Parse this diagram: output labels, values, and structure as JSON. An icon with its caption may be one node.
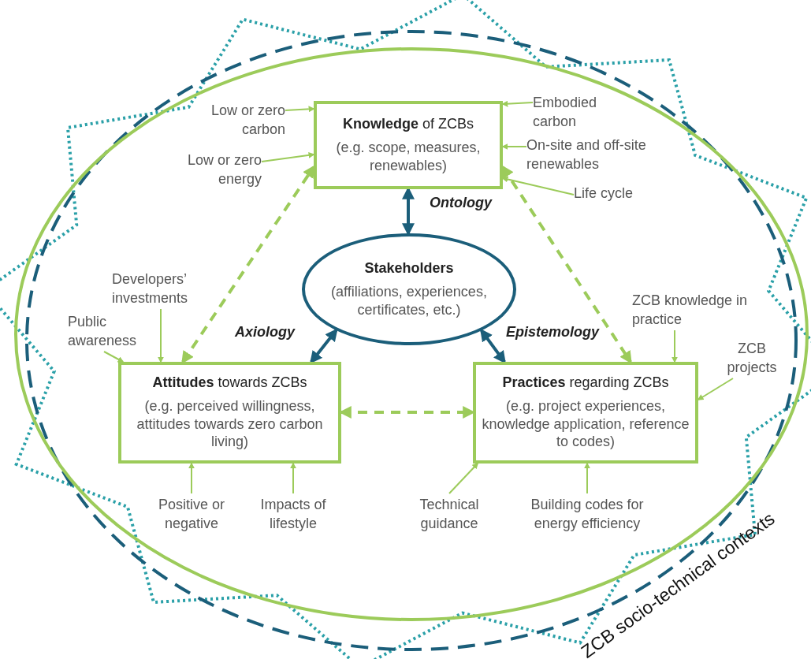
{
  "diagram": {
    "nodes": [
      {
        "text": [
          "**Knowledge** of ZCBs",
          "(e.g. scope, measures, renewables)"
        ]
      },
      {
        "text": [
          "Stakeholders",
          "(affiliations, experiences, certificates, etc.)"
        ]
      },
      {
        "text": [
          "**Attitudes** towards ZCBs",
          "(e.g. perceived willingness, attitudes towards zero carbon living)"
        ]
      },
      {
        "text": [
          "**Practices** regarding ZCBs",
          "(e.g. project experiences, knowledge application, reference to codes)"
        ]
      },
      {
        "text": [
          "Low or zero carbon"
        ]
      },
      {
        "text": [
          "Low or zero energy"
        ]
      },
      {
        "text": [
          "Embodied carbon"
        ]
      },
      {
        "text": [
          "On-site and off-site renewables"
        ]
      },
      {
        "text": [
          "Life cycle"
        ]
      },
      {
        "text": [
          "Developers’ investments"
        ]
      },
      {
        "text": [
          "Public awareness"
        ]
      },
      {
        "text": [
          "ZCB knowledge in practice"
        ]
      },
      {
        "text": [
          "ZCB projects"
        ]
      },
      {
        "text": [
          "Positive or negative"
        ]
      },
      {
        "text": [
          "Impacts of lifestyle"
        ]
      },
      {
        "text": [
          "Technical guidance"
        ]
      },
      {
        "text": [
          "Building codes for energy efficiency"
        ]
      }
    ],
    "edges": [
      {
        "from": 1,
        "to": 0,
        "arrow": "both",
        "label": "Ontology",
        "style": "thick",
        "color": "#1b5e7a"
      },
      {
        "from": 1,
        "to": 2,
        "arrow": "both",
        "label": "Axiology",
        "style": "thick",
        "color": "#1b5e7a"
      },
      {
        "from": 1,
        "to": 3,
        "arrow": "both",
        "label": "Epistemology",
        "style": "thick",
        "color": "#1b5e7a"
      },
      {
        "from": 2,
        "to": 0,
        "arrow": "both",
        "style": "dashed"
      },
      {
        "from": 0,
        "to": 3,
        "arrow": "both",
        "style": "dashed"
      },
      {
        "from": 2,
        "to": 3,
        "arrow": "both",
        "style": "dashed"
      },
      {
        "from": 4,
        "to": 0,
        "arrow": "to"
      },
      {
        "from": 5,
        "to": 0,
        "arrow": "to"
      },
      {
        "from": 6,
        "to": 0,
        "arrow": "to"
      },
      {
        "from": 7,
        "to": 0,
        "arrow": "to"
      },
      {
        "from": 8,
        "to": 0,
        "arrow": "to"
      },
      {
        "from": 9,
        "to": 2,
        "arrow": "to"
      },
      {
        "from": 10,
        "to": 2,
        "arrow": "to"
      },
      {
        "from": 11,
        "to": 3,
        "arrow": "to"
      },
      {
        "from": 12,
        "to": 3,
        "arrow": "to"
      },
      {
        "from": 13,
        "to": 2,
        "arrow": "to"
      },
      {
        "from": 14,
        "to": 2,
        "arrow": "to"
      },
      {
        "from": 15,
        "to": 3,
        "arrow": "to"
      },
      {
        "from": 16,
        "to": 3,
        "arrow": "to"
      }
    ],
    "labels": [
      "ZCB socio-technical contexts"
    ]
  }
}
